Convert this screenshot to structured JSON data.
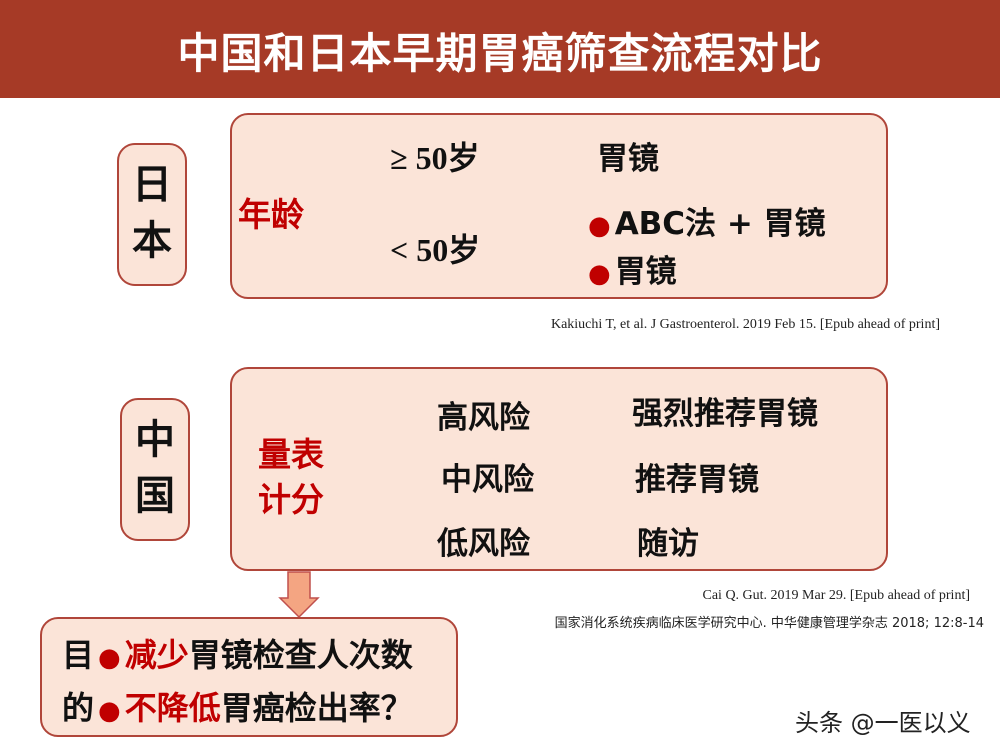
{
  "title": "中国和日本早期胃癌筛查流程对比",
  "japan": {
    "label_1": "日",
    "label_2": "本",
    "criterion": "年龄",
    "age_high": "≥ 50岁",
    "age_low": "< 50岁",
    "high_result": "胃镜",
    "low_result_1": "ABC法 + 胃镜",
    "low_result_2": "胃镜",
    "bullet": "●",
    "citation": "Kakiuchi T, et al. J Gastroenterol. 2019 Feb 15. [Epub ahead of print]"
  },
  "china": {
    "label_1": "中",
    "label_2": "国",
    "criterion_1": "量表",
    "criterion_2": "计分",
    "risk_high": "高风险",
    "risk_mid": "中风险",
    "risk_low": "低风险",
    "result_high": "强烈推荐胃镜",
    "result_mid": "推荐胃镜",
    "result_low": "随访",
    "citation_1": "Cai Q. Gut. 2019 Mar 29. [Epub ahead of print]",
    "citation_2": "国家消化系统疾病临床医学研究中心. 中华健康管理学杂志 2018; 12:8-14"
  },
  "goal": {
    "label_1": "目",
    "label_2": "的",
    "bullet": "●",
    "line1_red": "减少",
    "line1_rest": "胃镜检查人次数",
    "line2_red": "不降低",
    "line2_rest": "胃癌检出率？"
  },
  "watermark": "头条 @一医以义",
  "colors": {
    "header": "#a63a26",
    "box_fill": "#fbe4d8",
    "accent_red": "#c00000",
    "down_arrow": "#f4a582"
  }
}
